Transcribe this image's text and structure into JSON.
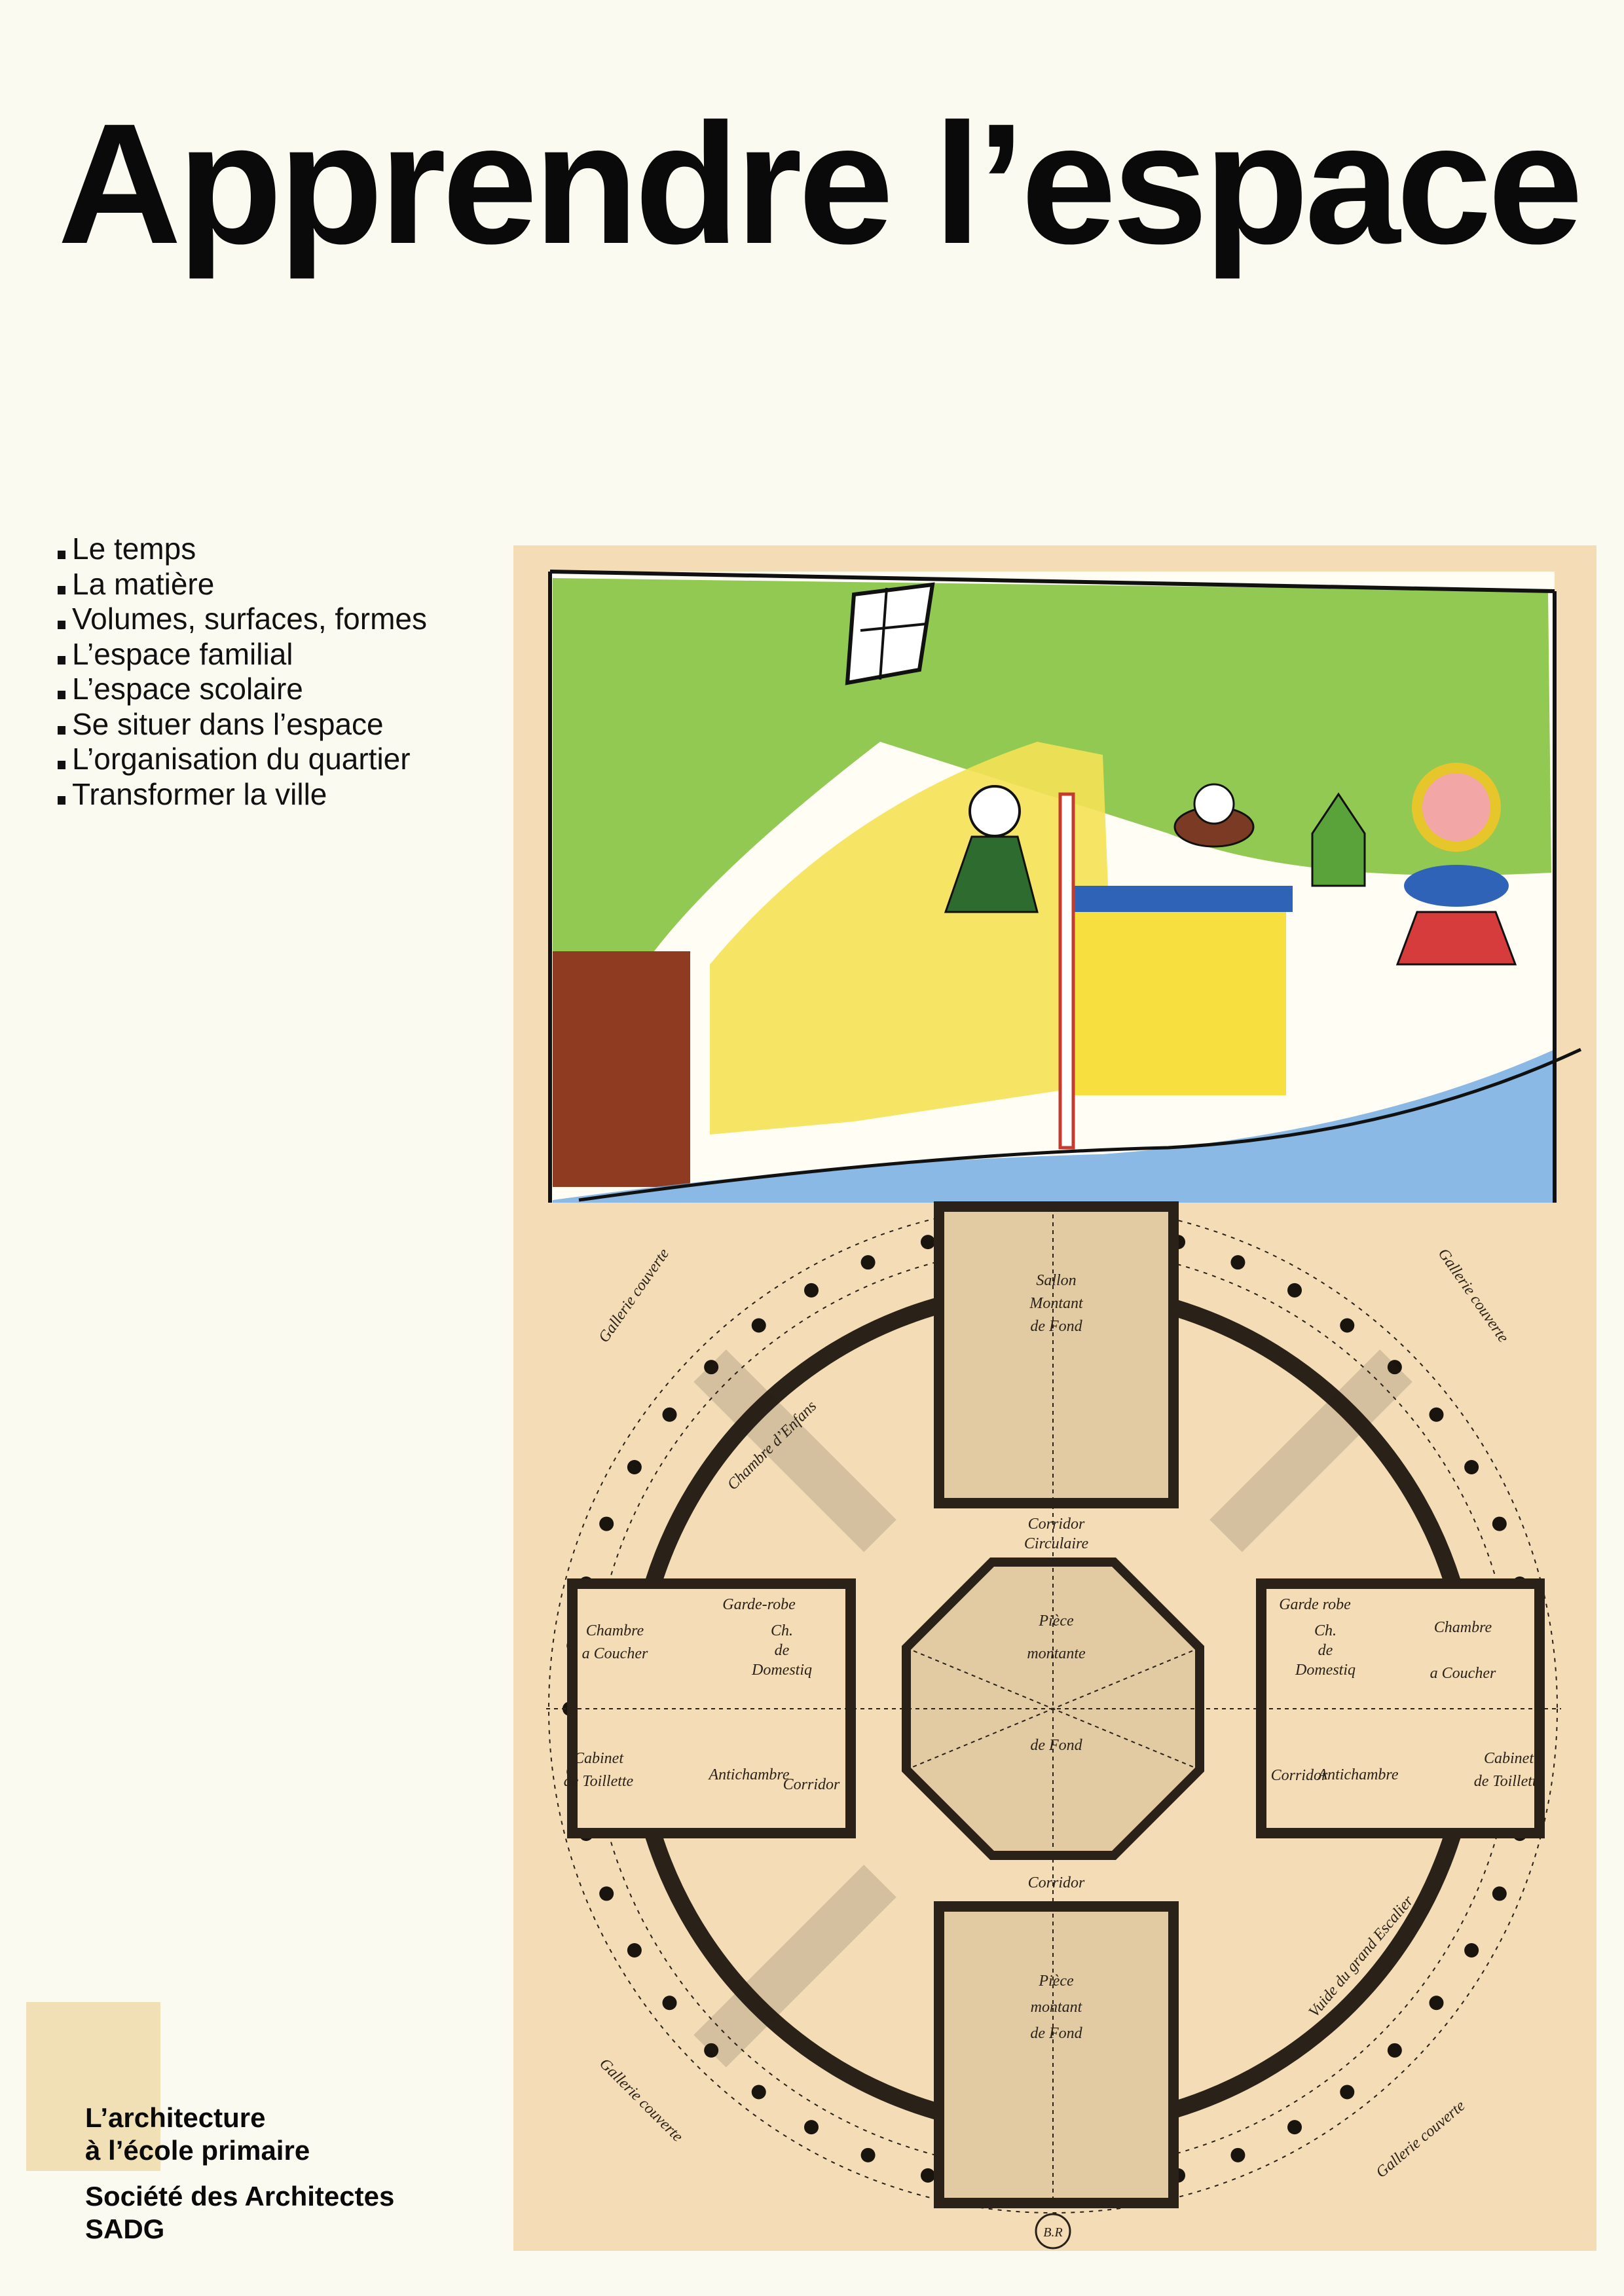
{
  "title": "Apprendre l’espace",
  "topics": [
    "Le temps",
    "La matière",
    "Volumes, surfaces, formes",
    "L’espace familial",
    "L’espace scolaire",
    "Se situer dans l’espace",
    "L’organisation du quartier",
    "Transformer la ville"
  ],
  "series": [
    "L’architecture",
    "à l’école primaire"
  ],
  "publisher": [
    "Société des Architectes",
    "SADG"
  ],
  "plan_labels": {
    "sallon": [
      "Sallon",
      "Montant",
      "de Fond"
    ],
    "piece_top": [
      "Pièce",
      "montante",
      "de Fond"
    ],
    "piece_bottom": [
      "Pièce",
      "montant",
      "de Fond"
    ],
    "corridor_circ": [
      "Corridor",
      "Circulaire"
    ],
    "corridor": "Corridor",
    "chambre_enfans": "Chambre d’Enfans",
    "chambre_coucher": [
      "Chambre",
      "a Coucher"
    ],
    "garde_robe_left": "Garde-robe",
    "garde_robe_right": "Garde robe",
    "ch_domestiq": [
      "Ch.",
      "de",
      "Domestiq"
    ],
    "antichambre": "Antichambre",
    "cabinet": [
      "Cabinet",
      "de Toillette"
    ],
    "gallerie": "Gallerie couverte",
    "vuide": "Vuide du grand Escalier",
    "stamp": "B.R"
  },
  "colors": {
    "paper": "#fbfaf0",
    "panel": "#f3dcb6",
    "ink": "#2a2118",
    "green": "#7cbf3a",
    "yellow": "#f3e04a",
    "blue": "#2f63b8",
    "brown": "#8e3b22"
  }
}
